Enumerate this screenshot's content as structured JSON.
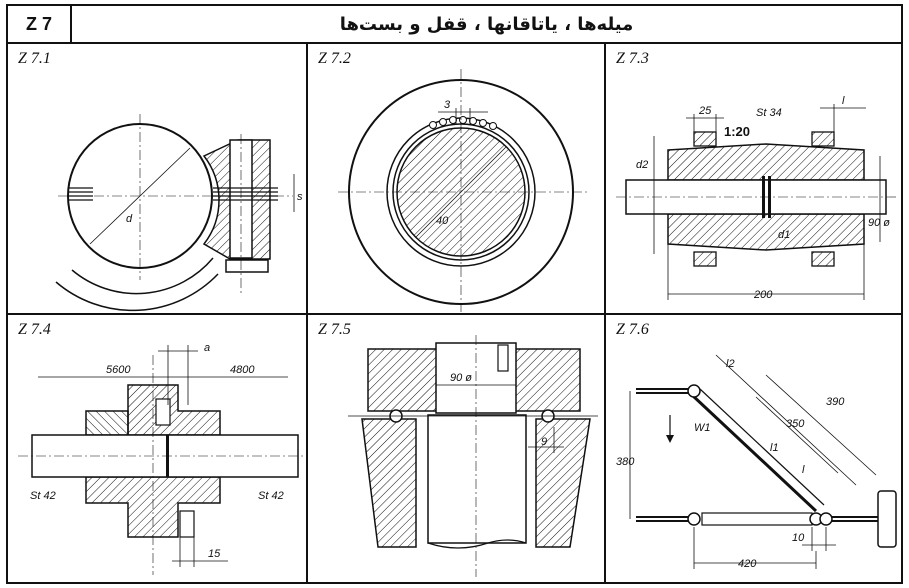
{
  "header": {
    "code": "Z 7",
    "title": "میله‌ها ، یاتاقانها ، قفل و بست‌ها"
  },
  "panels": [
    {
      "id": "Z 7.1",
      "labels": {
        "d": "d",
        "s": "s"
      }
    },
    {
      "id": "Z 7.2",
      "labels": {
        "dim3": "3",
        "dim40": "40"
      }
    },
    {
      "id": "Z 7.3",
      "labels": {
        "dim25": "25",
        "st": "St 34",
        "l": "l",
        "taper": "1:20",
        "d2": "d2",
        "d1": "d1",
        "dim90": "90 ø",
        "dim200": "200"
      }
    },
    {
      "id": "Z 7.4",
      "labels": {
        "a": "a",
        "dim5600": "5600",
        "dim4800": "4800",
        "stLeft": "St 42",
        "stRight": "St 42",
        "dim15": "15"
      }
    },
    {
      "id": "Z 7.5",
      "labels": {
        "dim90": "90 ø",
        "dim9": "9"
      }
    },
    {
      "id": "Z 7.6",
      "labels": {
        "l2": "l2",
        "dim390": "390",
        "dim350": "350",
        "w1": "W1",
        "l1": "l1",
        "l": "l",
        "dim380": "380",
        "dim10": "10",
        "dim420": "420"
      }
    }
  ],
  "colors": {
    "ink": "#111111",
    "paper": "#ffffff"
  }
}
